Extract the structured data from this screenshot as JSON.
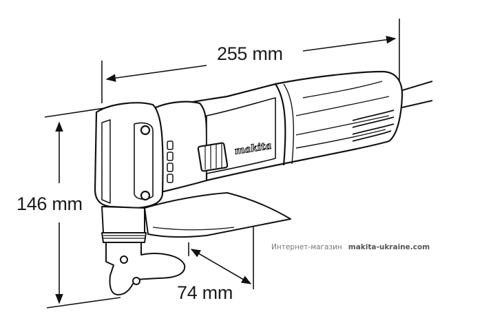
{
  "diagram": {
    "subject": "Makita metal shear — overall dimensions",
    "brand_logo": "makita",
    "dimensions": {
      "length": {
        "label": "255 mm",
        "value": 255,
        "unit": "mm"
      },
      "height": {
        "label": "146 mm",
        "value": 146,
        "unit": "mm"
      },
      "cutting_width": {
        "label": "74 mm",
        "value": 74,
        "unit": "mm"
      }
    },
    "watermark": {
      "prefix": "Интернет-магазин",
      "site": "makita-ukraine.com"
    },
    "colors": {
      "line": "#111111",
      "text": "#1a1a1a",
      "watermark": "#777777",
      "background": "#ffffff"
    }
  }
}
